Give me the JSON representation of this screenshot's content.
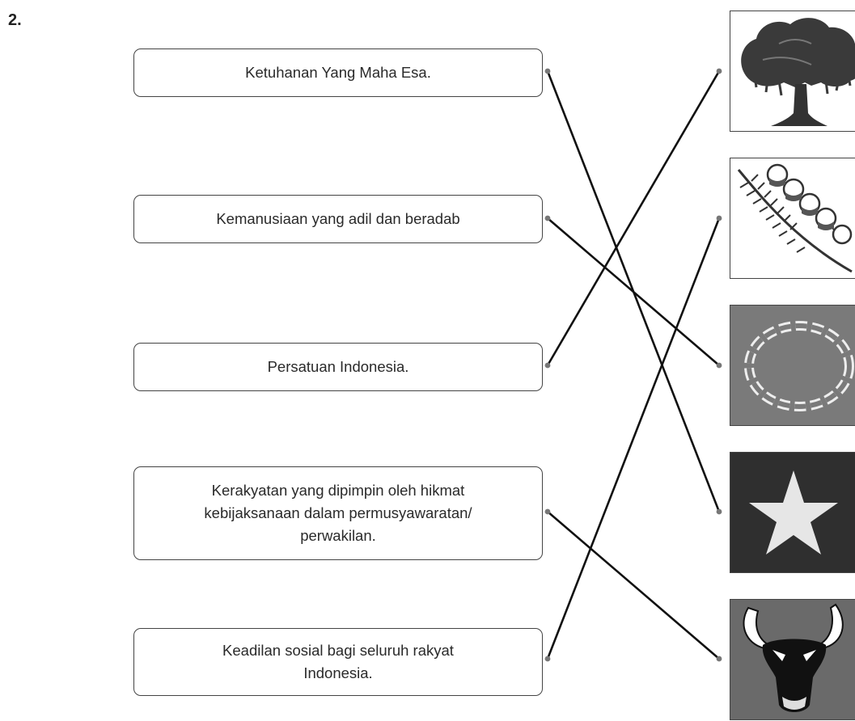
{
  "question_number": "2.",
  "left_items": [
    {
      "text": "Ketuhanan Yang Maha Esa."
    },
    {
      "text": "Kemanusiaan yang adil dan beradab"
    },
    {
      "text": "Persatuan Indonesia."
    },
    {
      "text": "Kerakyatan yang dipimpin oleh hikmat\nkebijaksanaan dalam permusyawaratan/\nperwakilan."
    },
    {
      "text": "Keadilan sosial bagi seluruh rakyat\nIndonesia."
    }
  ],
  "right_symbols": [
    {
      "icon": "banyan-tree-icon",
      "bg": "#ffffff"
    },
    {
      "icon": "rice-cotton-icon",
      "bg": "#ffffff"
    },
    {
      "icon": "chain-icon",
      "bg": "#7a7a7a"
    },
    {
      "icon": "star-icon",
      "bg": "#2f2f2f"
    },
    {
      "icon": "bull-head-icon",
      "bg": "#6a6a6a"
    }
  ],
  "connections": [
    {
      "from": 0,
      "to": 3
    },
    {
      "from": 1,
      "to": 2
    },
    {
      "from": 2,
      "to": 0
    },
    {
      "from": 3,
      "to": 4
    },
    {
      "from": 4,
      "to": 1
    }
  ],
  "line_color": "#111111"
}
